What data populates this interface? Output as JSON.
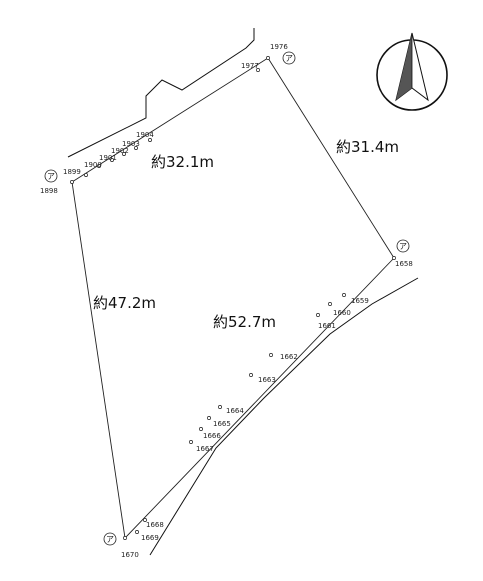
{
  "dimensions": [
    {
      "key": "top",
      "label": "約32.1m"
    },
    {
      "key": "right",
      "label": "約31.4m"
    },
    {
      "key": "left",
      "label": "約47.2m"
    },
    {
      "key": "bottom",
      "label": "約52.7m"
    }
  ],
  "corners": [
    {
      "key": "nw",
      "label": "1898"
    },
    {
      "key": "ne",
      "label": "1976"
    },
    {
      "key": "e",
      "label": "1658"
    },
    {
      "key": "s",
      "label": "1670"
    }
  ],
  "boundary_points": [
    {
      "label": "1899"
    },
    {
      "label": "1900"
    },
    {
      "label": "1901"
    },
    {
      "label": "1902"
    },
    {
      "label": "1903"
    },
    {
      "label": "1904"
    },
    {
      "label": "1977"
    },
    {
      "label": "1659"
    },
    {
      "label": "1660"
    },
    {
      "label": "1661"
    },
    {
      "label": "1662"
    },
    {
      "label": "1663"
    },
    {
      "label": "1664"
    },
    {
      "label": "1665"
    },
    {
      "label": "1666"
    },
    {
      "label": "1667"
    },
    {
      "label": "1668"
    },
    {
      "label": "1669"
    }
  ],
  "corner_marker_glyph": "ア",
  "north_arrow_icon": "north-arrow-icon"
}
